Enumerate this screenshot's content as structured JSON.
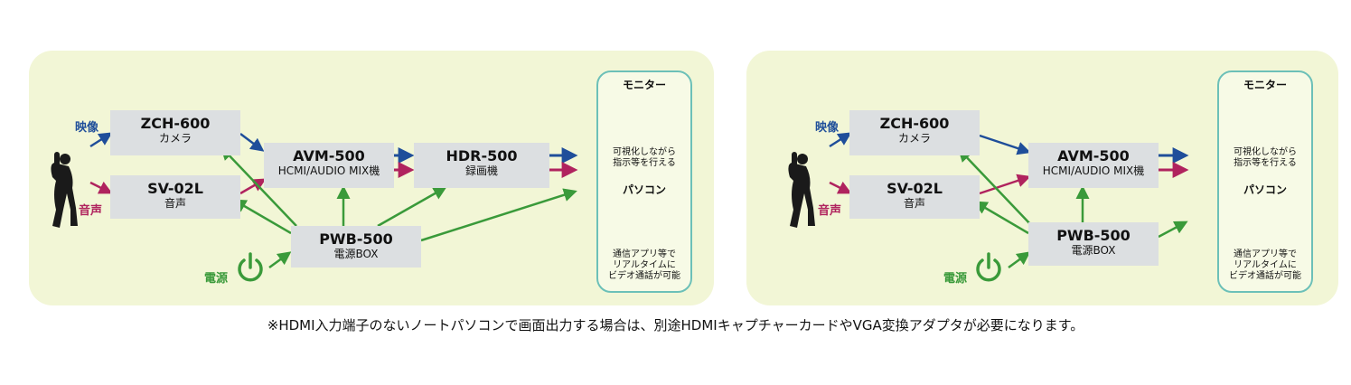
{
  "colors": {
    "panel_bg": "#f2f6d6",
    "box_bg": "#dcdfe1",
    "video_arrow": "#1f4e9a",
    "audio_arrow": "#b0235e",
    "power_arrow": "#3a9a3a",
    "monitor_border": "#6cc0b8"
  },
  "left": {
    "input_video": "映像",
    "input_audio": "音声",
    "power_label": "電源",
    "zch": {
      "model": "ZCH-600",
      "desc": "カメラ"
    },
    "sv": {
      "model": "SV-02L",
      "desc": "音声"
    },
    "avm": {
      "model": "AVM-500",
      "desc": "HCMI/AUDIO MIX機"
    },
    "hdr": {
      "model": "HDR-500",
      "desc": "録画機"
    },
    "pwb": {
      "model": "PWB-500",
      "desc": "電源BOX"
    },
    "monitor": {
      "title": "モニター",
      "desc1": "可視化しながら",
      "desc2": "指示等を行える"
    },
    "pc": {
      "title": "パソコン",
      "desc1": "通信アプリ等で",
      "desc2": "リアルタイムに",
      "desc3": "ビデオ通話が可能"
    }
  },
  "right": {
    "input_video": "映像",
    "input_audio": "音声",
    "power_label": "電源",
    "zch": {
      "model": "ZCH-600",
      "desc": "カメラ"
    },
    "sv": {
      "model": "SV-02L",
      "desc": "音声"
    },
    "avm": {
      "model": "AVM-500",
      "desc": "HCMI/AUDIO MIX機"
    },
    "pwb": {
      "model": "PWB-500",
      "desc": "電源BOX"
    },
    "monitor": {
      "title": "モニター",
      "desc1": "可視化しながら",
      "desc2": "指示等を行える"
    },
    "pc": {
      "title": "パソコン",
      "desc1": "通信アプリ等で",
      "desc2": "リアルタイムに",
      "desc3": "ビデオ通話が可能"
    }
  },
  "icons": [
    "diver-icon",
    "power-icon",
    "monitor-icon",
    "laptop-icon"
  ],
  "footnote": "※HDMI入力端子のないノートパソコンで画面出力する場合は、別途HDMIキャプチャーカードやVGA変換アダプタが必要になります。"
}
